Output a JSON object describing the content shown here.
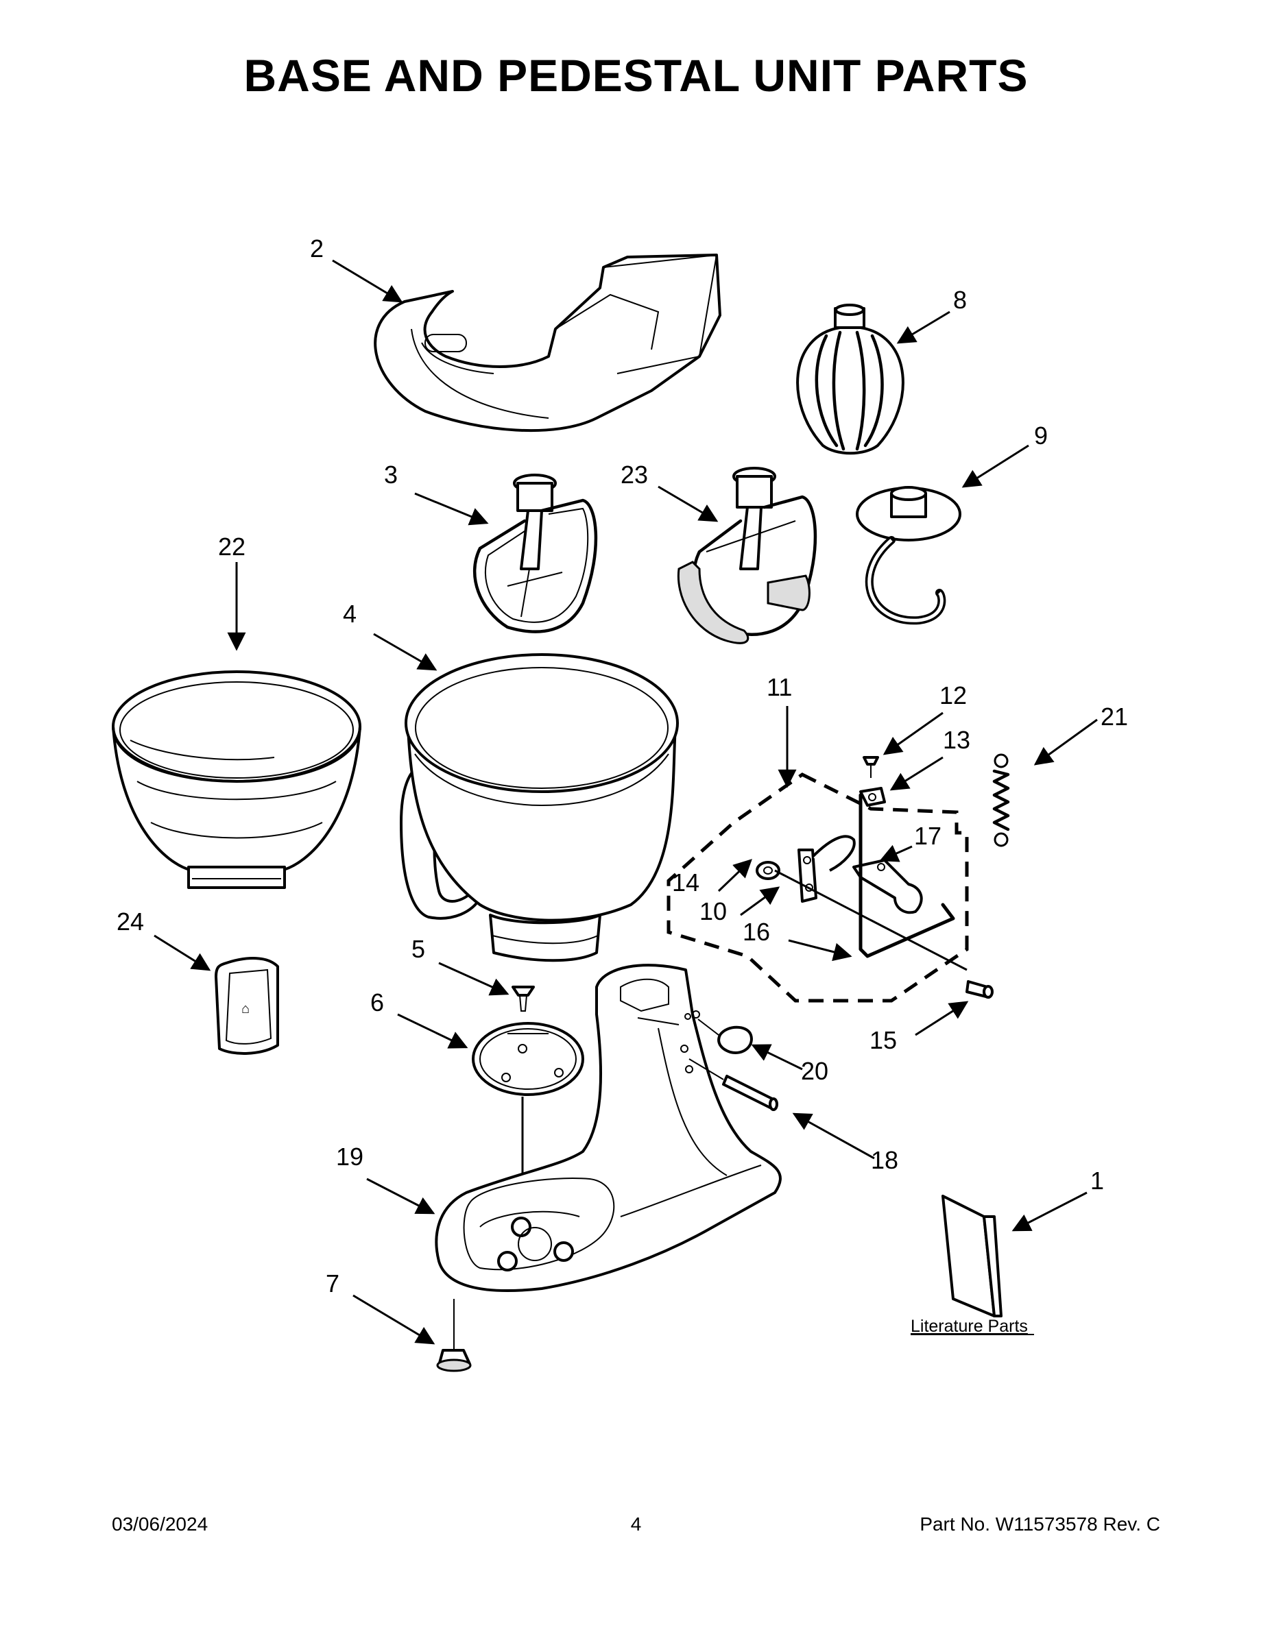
{
  "title": "BASE AND PEDESTAL UNIT PARTS",
  "callouts": {
    "c1": "1",
    "c2": "2",
    "c3": "3",
    "c4": "4",
    "c5": "5",
    "c6": "6",
    "c7": "7",
    "c8": "8",
    "c9": "9",
    "c10": "10",
    "c11": "11",
    "c12": "12",
    "c13": "13",
    "c14": "14",
    "c15": "15",
    "c16": "16",
    "c17": "17",
    "c18": "18",
    "c19": "19",
    "c20": "20",
    "c21": "21",
    "c22": "22",
    "c23": "23",
    "c24": "24"
  },
  "literature_label": "Literature Parts",
  "footer": {
    "date": "03/06/2024",
    "page": "4",
    "part": "Part No.  W11573578  Rev.  C"
  }
}
